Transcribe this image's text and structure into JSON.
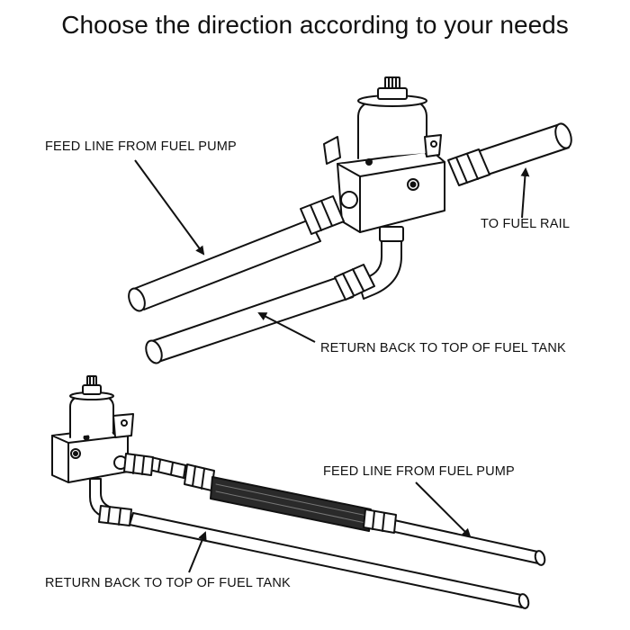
{
  "title": "Choose the direction according to your needs",
  "diagram_top": {
    "feed_label": "FEED LINE FROM FUEL PUMP",
    "rail_label": "TO FUEL RAIL",
    "return_label": "RETURN BACK TO TOP OF FUEL TANK"
  },
  "diagram_bottom": {
    "feed_label": "FEED LINE FROM FUEL PUMP",
    "return_label": "RETURN BACK TO TOP OF FUEL TANK"
  },
  "colors": {
    "ink": "#111111",
    "metal_fill": "#ffffff",
    "sleeve_dark": "#2a2a2a"
  }
}
